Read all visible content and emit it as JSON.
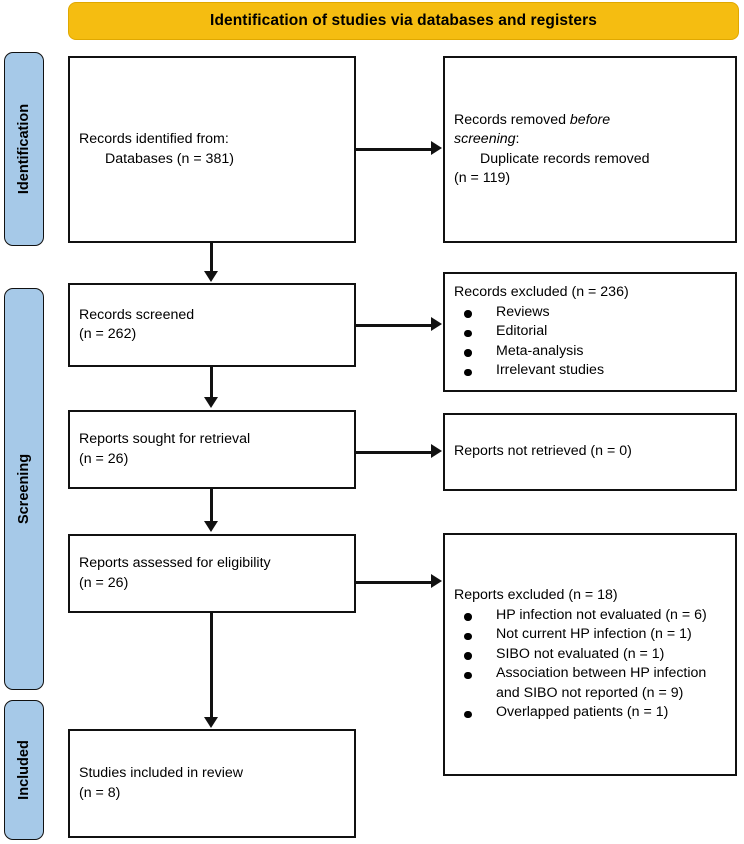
{
  "banner": {
    "title": "Identification of studies via databases and registers",
    "color": "#F5BD11"
  },
  "stages": {
    "color": "#A6C9E8",
    "items": [
      {
        "label": "Identification"
      },
      {
        "label": "Screening"
      },
      {
        "label": "Included"
      }
    ]
  },
  "flow": {
    "identified": {
      "line1": "Records identified from:",
      "line2": "Databases (n = 381)"
    },
    "removed": {
      "line1_plain": "Records removed ",
      "line1_italic": "before",
      "line2_italic": "screening",
      "line2_plain": ":",
      "line3": "Duplicate records removed",
      "line4": "(n = 119)"
    },
    "screened": {
      "line1": "Records screened",
      "line2": "(n = 262)"
    },
    "records_excluded": {
      "heading": "Records excluded (n = 236)",
      "items": [
        "Reviews",
        "Editorial",
        "Meta-analysis",
        "Irrelevant studies"
      ]
    },
    "sought": {
      "line1": "Reports sought for retrieval",
      "line2": "(n = 26)"
    },
    "not_retrieved": {
      "line1": "Reports not retrieved (n = 0)"
    },
    "assessed": {
      "line1": "Reports assessed for eligibility",
      "line2": "(n = 26)"
    },
    "reports_excluded": {
      "heading": "Reports excluded (n = 18)",
      "items": [
        "HP infection not evaluated (n = 6)",
        "Not current HP infection (n = 1)",
        "SIBO not evaluated (n = 1)",
        "Association between HP infection and SIBO not reported (n = 9)",
        "Overlapped patients (n = 1)"
      ]
    },
    "included": {
      "line1": "Studies included in review",
      "line2": "(n = 8)"
    }
  }
}
